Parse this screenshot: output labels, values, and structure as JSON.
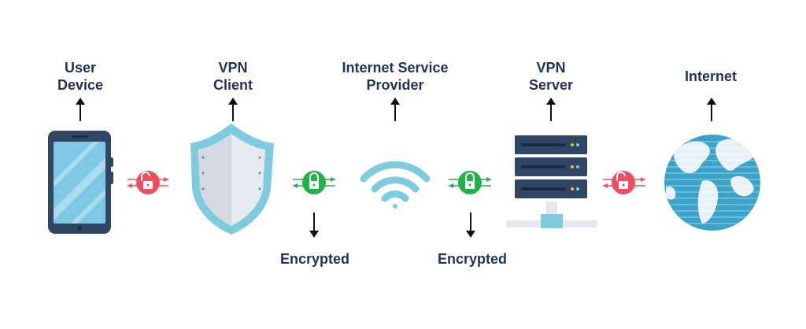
{
  "nodes": [
    {
      "id": "user-device",
      "label_lines": [
        "User",
        "Device"
      ]
    },
    {
      "id": "vpn-client",
      "label_lines": [
        "VPN",
        "Client"
      ]
    },
    {
      "id": "isp",
      "label_lines": [
        "Internet Service",
        "Provider"
      ]
    },
    {
      "id": "vpn-server",
      "label_lines": [
        "VPN",
        "Server"
      ]
    },
    {
      "id": "internet",
      "label_lines": [
        "Internet"
      ]
    }
  ],
  "links": [
    {
      "from": "user-device",
      "to": "vpn-client",
      "status": "unlocked",
      "color": "#f04e5e"
    },
    {
      "from": "vpn-client",
      "to": "isp",
      "status": "locked",
      "color": "#22b14c",
      "caption": "Encrypted"
    },
    {
      "from": "isp",
      "to": "vpn-server",
      "status": "locked",
      "color": "#22b14c",
      "caption": "Encrypted"
    },
    {
      "from": "vpn-server",
      "to": "internet",
      "status": "unlocked",
      "color": "#f04e5e"
    }
  ],
  "colors": {
    "text": "#1f3352",
    "phone": "#2f4665",
    "screen": "#7ec8e3",
    "shield_rim": "#7ecbe0",
    "shield_body": "#e6e9ef",
    "wifi": "#7ecbe0",
    "server": "#2f4665",
    "globe_ocean": "#3aa3c9"
  },
  "icons": [
    "smartphone-icon",
    "shield-icon",
    "wifi-icon",
    "server-icon",
    "globe-icon",
    "lock-open-icon",
    "lock-closed-icon"
  ]
}
